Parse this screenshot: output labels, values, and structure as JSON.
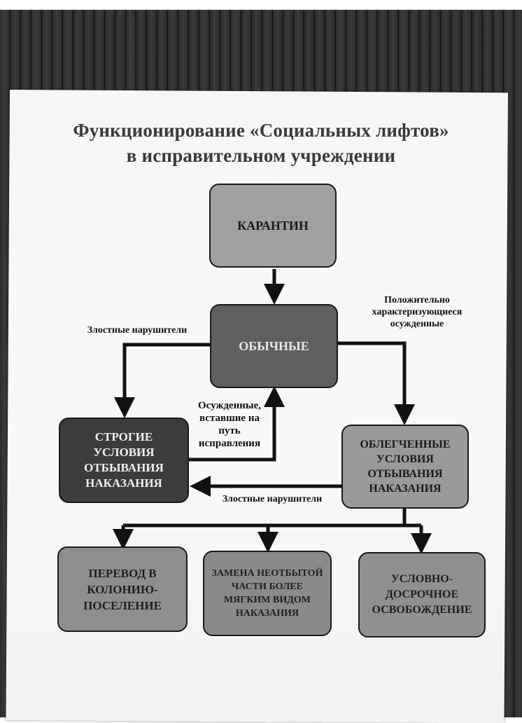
{
  "title": {
    "line1": "Функционирование «Социальных лифтов»",
    "line2": "в исправительном учреждении"
  },
  "nodes": {
    "quarantine": {
      "text": "КАРАНТИН",
      "fill": "#a0a0a0"
    },
    "ordinary": {
      "text": "ОБЫЧНЫЕ",
      "fill": "#5f5f5f"
    },
    "strict": {
      "text": "СТРОГИЕ УСЛОВИЯ ОТБЫВАНИЯ НАКАЗАНИЯ",
      "fill": "#3c3c3c"
    },
    "lightened": {
      "text": "ОБЛЕГЧЕННЫЕ УСЛОВИЯ ОТБЫВАНИЯ НАКАЗАНИЯ",
      "fill": "#9a9a9a"
    },
    "colony_settlement": {
      "text": "ПЕРЕВОД В КОЛОНИЮ-ПОСЕЛЕНИЕ",
      "fill": "#8e8e8e"
    },
    "milder_punishment": {
      "text": "ЗАМЕНА НЕОТБЫТОЙ ЧАСТИ БОЛЕЕ МЯГКИМ ВИДОМ НАКАЗАНИЯ",
      "fill": "#8a8a8a"
    },
    "parole": {
      "text": "УСЛОВНО-ДОСРОЧНОЕ ОСВОБОЖДЕНИЕ",
      "fill": "#909090"
    }
  },
  "edge_labels": {
    "malicious_violators_left": "Злостные нарушители",
    "positive_convicts": "Положительно характеризующиеся осужденные",
    "reformed_convicts": "Осужденные, вставшие на путь исправления",
    "malicious_violators_bottom": "Злостные нарушители"
  },
  "edges": [
    {
      "from": "quarantine",
      "to": "ordinary"
    },
    {
      "from": "ordinary",
      "to": "strict",
      "label": "malicious_violators_left"
    },
    {
      "from": "ordinary",
      "to": "lightened",
      "label": "positive_convicts"
    },
    {
      "from": "strict",
      "to": "ordinary",
      "label": "reformed_convicts"
    },
    {
      "from": "lightened",
      "to": "strict",
      "label": "malicious_violators_bottom"
    },
    {
      "from": "lightened",
      "to": "colony_settlement"
    },
    {
      "from": "lightened",
      "to": "milder_punishment"
    },
    {
      "from": "lightened",
      "to": "parole"
    }
  ]
}
